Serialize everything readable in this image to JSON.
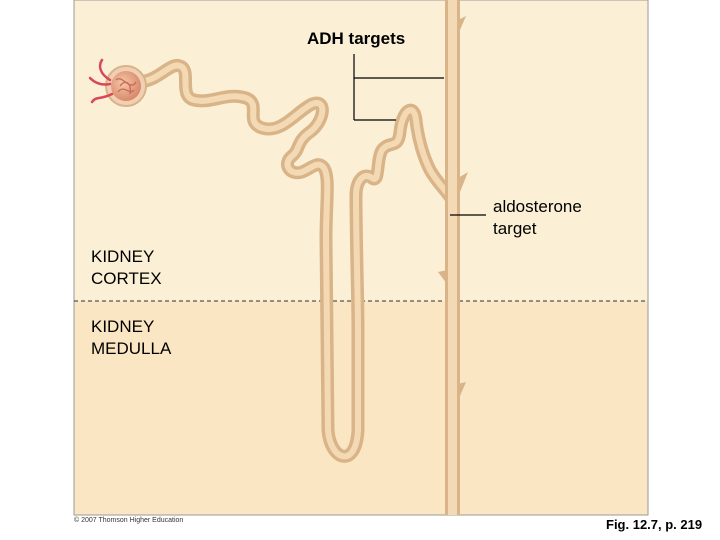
{
  "labels": {
    "adh": "ADH targets",
    "aldo_line1": "aldosterone",
    "aldo_line2": "target",
    "cortex_line1": "KIDNEY",
    "cortex_line2": "CORTEX",
    "medulla_line1": "KIDNEY",
    "medulla_line2": "MEDULLA"
  },
  "copyright": "© 2007 Thomson Higher Education",
  "caption": "Fig. 12.7, p. 219",
  "colors": {
    "cortex_bg": "#fbf0d6",
    "medulla_bg": "#fbe6c3",
    "tubule_outer": "#d9b488",
    "tubule_inner": "#f3dab4",
    "glomerulus": "#e8a58c",
    "vessel": "#d9485a",
    "boundary_line": "#555555",
    "frame": "#9a9a9a"
  }
}
